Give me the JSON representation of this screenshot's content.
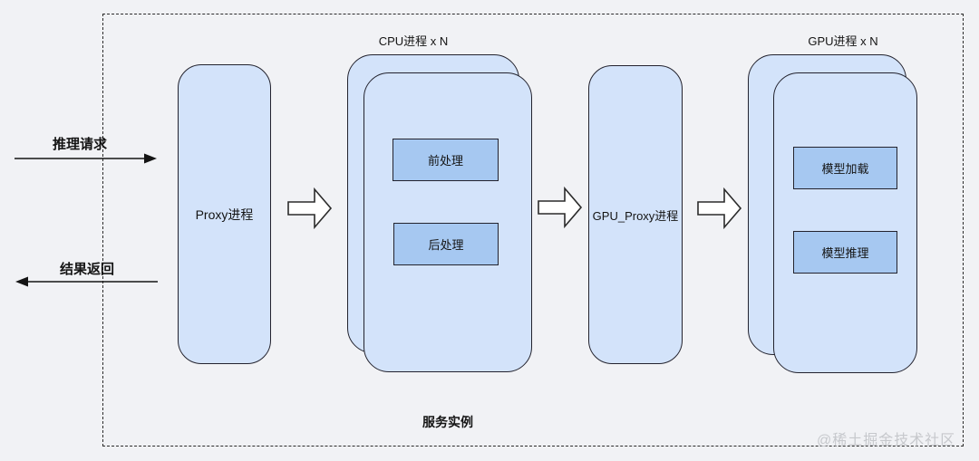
{
  "diagram": {
    "container_label": "服务实例",
    "watermark": "@稀土掘金技术社区",
    "flows": {
      "request_label": "推理请求",
      "response_label": "结果返回"
    },
    "nodes": {
      "proxy": {
        "label": "Proxy进程"
      },
      "cpu_group": {
        "title": "CPU进程 x N",
        "items": [
          {
            "label": "前处理"
          },
          {
            "label": "后处理"
          }
        ]
      },
      "gpu_proxy": {
        "label": "GPU_Proxy进程"
      },
      "gpu_group": {
        "title": "GPU进程 x N",
        "items": [
          {
            "label": "模型加载"
          },
          {
            "label": "模型推理"
          }
        ]
      }
    },
    "colors": {
      "background": "#f1f2f5",
      "box_fill": "#d3e3fa",
      "inner_box_fill": "#a6c8f1",
      "border": "#23232e",
      "dashed_border": "#2b2b2b",
      "watermark": "#c6c8cc"
    }
  }
}
